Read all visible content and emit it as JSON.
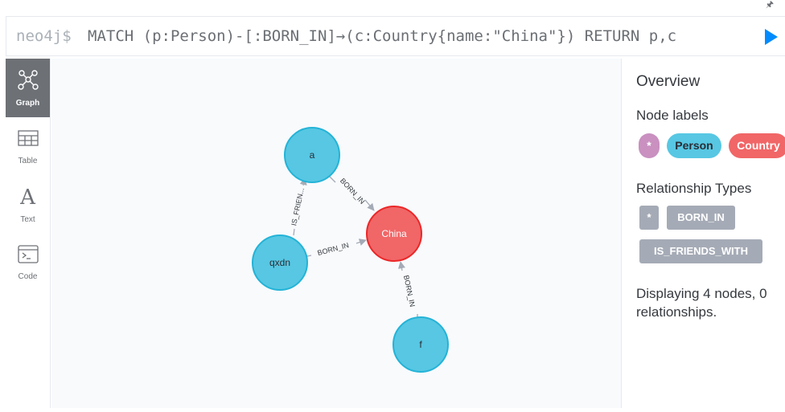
{
  "query": {
    "prompt": "neo4j$",
    "text": "MATCH (p:Person)-[:BORN_IN]→(c:Country{name:\"China\"}) RETURN p,c",
    "run_icon": "play-icon",
    "pin_icon": "pin-icon"
  },
  "sidebar": {
    "items": [
      {
        "label": "Graph",
        "icon": "graph-icon",
        "active": true
      },
      {
        "label": "Table",
        "icon": "table-icon",
        "active": false
      },
      {
        "label": "Text",
        "icon": "text-icon",
        "glyph": "A",
        "active": false
      },
      {
        "label": "Code",
        "icon": "code-icon",
        "active": false
      }
    ]
  },
  "graph": {
    "nodes": [
      {
        "id": "a",
        "label": "a",
        "type": "Person"
      },
      {
        "id": "qxdn",
        "label": "qxdn",
        "type": "Person"
      },
      {
        "id": "china",
        "label": "China",
        "type": "Country"
      },
      {
        "id": "f",
        "label": "f",
        "type": "Person"
      }
    ],
    "relationships": [
      {
        "from": "a",
        "to": "china",
        "type": "BORN_IN",
        "label": "BORN_IN"
      },
      {
        "from": "qxdn",
        "to": "a",
        "type": "IS_FRIENDS_WITH",
        "label": "IS_FRIEN..."
      },
      {
        "from": "qxdn",
        "to": "china",
        "type": "BORN_IN",
        "label": "BORN_IN"
      },
      {
        "from": "f",
        "to": "china",
        "type": "BORN_IN",
        "label": "BORN_IN"
      }
    ]
  },
  "overview": {
    "title": "Overview",
    "node_labels_heading": "Node labels",
    "node_labels": [
      {
        "text": "*",
        "color": "#c990c0"
      },
      {
        "text": "Person",
        "color": "#57c7e3"
      },
      {
        "text": "Country",
        "color": "#f16667"
      }
    ],
    "rel_types_heading": "Relationship Types",
    "rel_types": [
      "*",
      "BORN_IN",
      "IS_FRIENDS_WITH"
    ],
    "summary": "Displaying 4 nodes, 0 relationships."
  },
  "colors": {
    "person_fill": "#57c7e3",
    "person_border": "#23b3d7",
    "country_fill": "#f16667",
    "country_border": "#eb2728",
    "relationship": "#a5abb6",
    "run_button": "#018bff"
  }
}
